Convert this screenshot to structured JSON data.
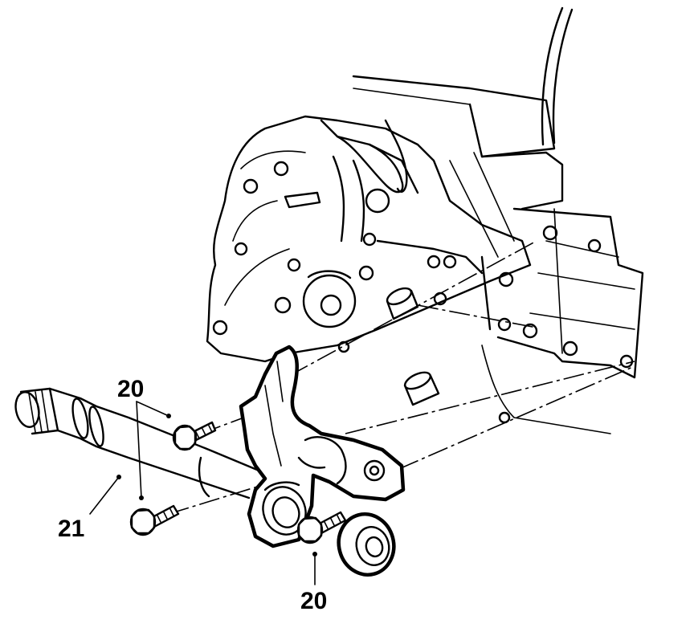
{
  "callouts": [
    {
      "id": "bolt-upper",
      "label": "20"
    },
    {
      "id": "axle-shaft",
      "label": "21"
    },
    {
      "id": "bolt-lower",
      "label": "20"
    }
  ]
}
